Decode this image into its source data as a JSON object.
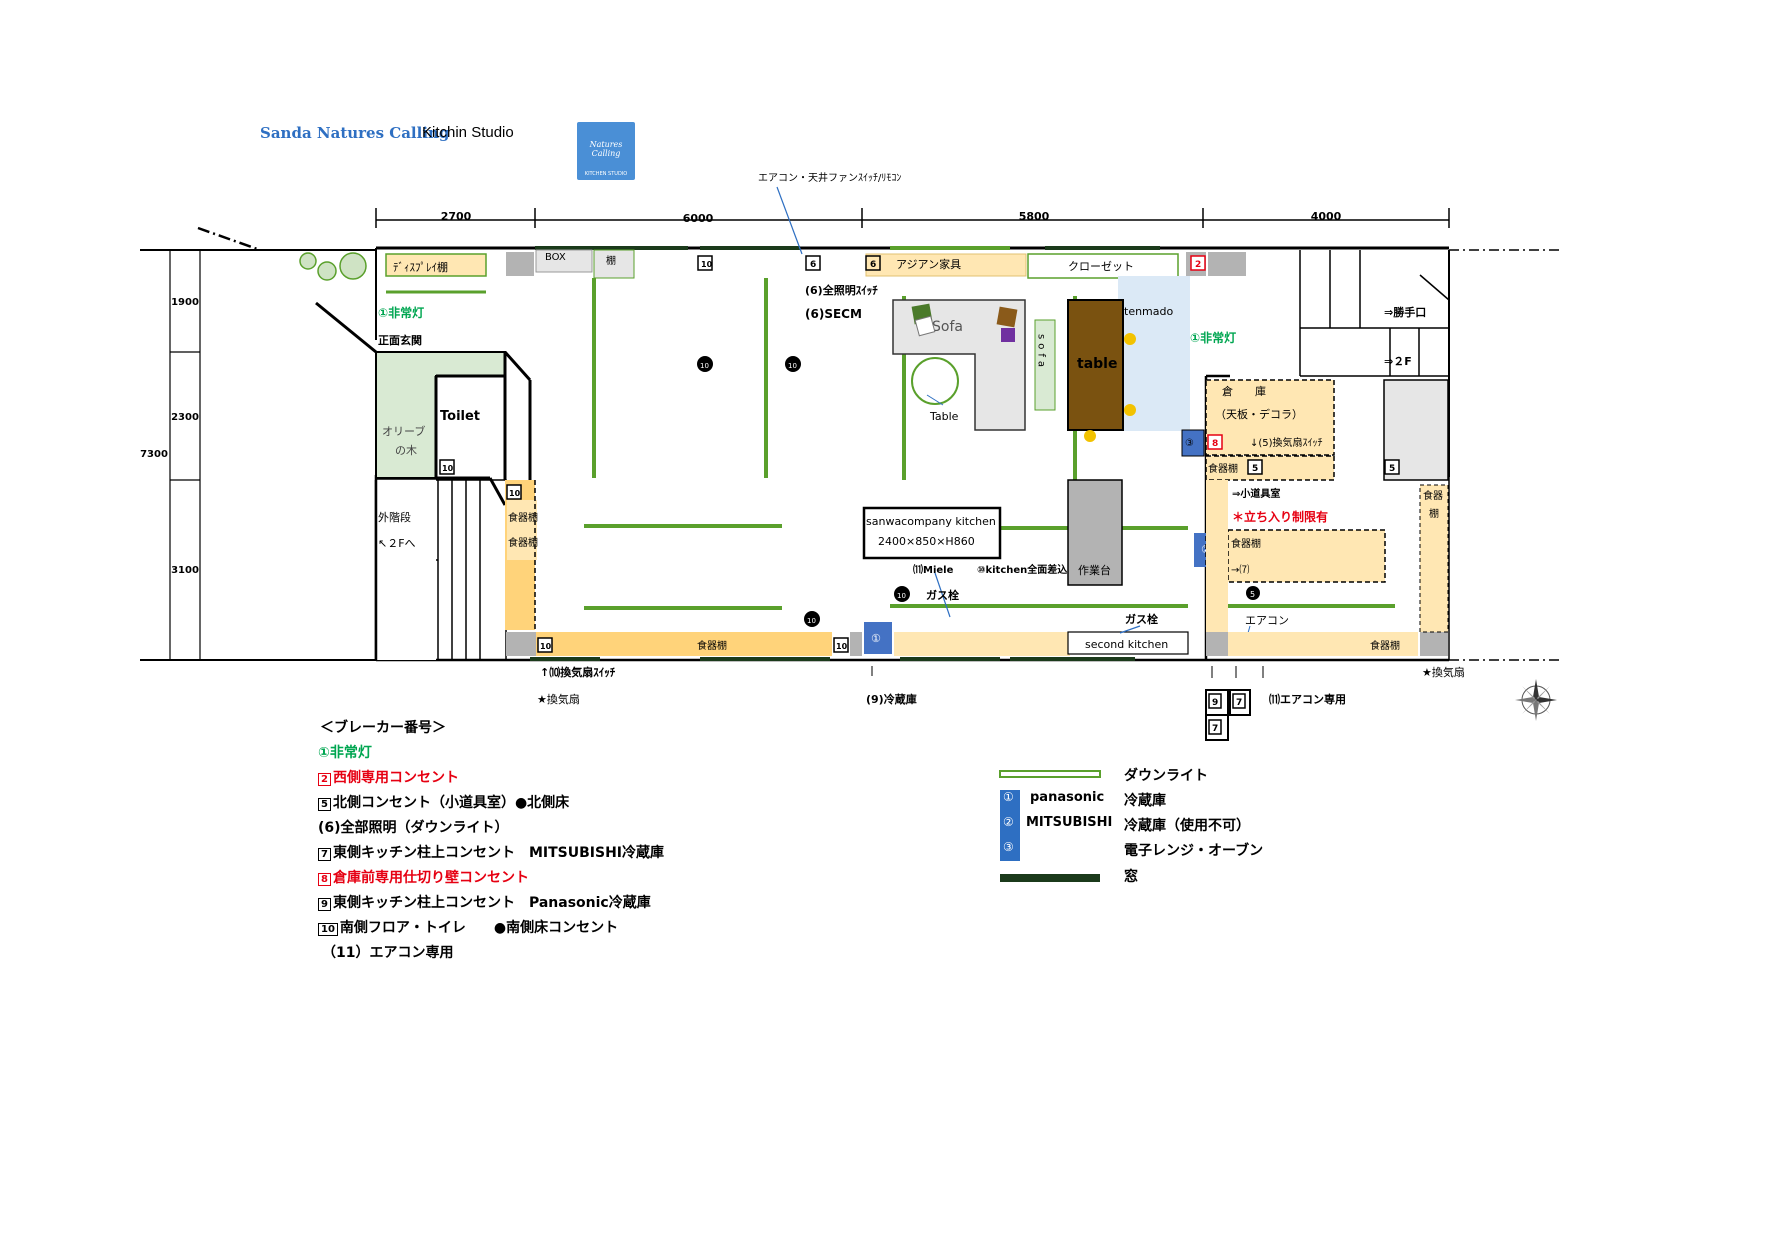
{
  "header": {
    "brand": "Sanda Natures Calling",
    "studio": "Kitchin Studio",
    "logo_text": "Natures Calling",
    "logo_sub": "KITCHEN STUDIO"
  },
  "dimensions": {
    "top": [
      "2700",
      "6000",
      "5800",
      "4000"
    ],
    "total_height": "7300",
    "left": [
      "1900",
      "2300",
      "3100"
    ]
  },
  "callouts": {
    "aircon_switch": "エアコン・天井ファンｽｲｯﾁ/ﾘﾓｺﾝ",
    "all_lights_switch": "(6)全照明ｽｲｯﾁ",
    "secm": "(6)SECM",
    "emergency_left": "①非常灯",
    "emergency_right": "①非常灯",
    "front_entrance": "正面玄関",
    "kitchen_door": "⇒勝手口",
    "second_floor": "⇒２F",
    "stairs_out": "外階段",
    "stairs_up": "↖２Fへ",
    "vent_switch_s": "↑⑽換気扇ｽｲｯﾁ",
    "vent_left": "★換気扇",
    "fridge_9": "(9)冷蔵庫",
    "aircon_11": "⑾エアコン専用",
    "vent_right": "★換気扇",
    "gas1": "ガス栓",
    "gas2": "ガス栓",
    "vent_switch_5": "↓(5)換気扇ｽｲｯﾁ",
    "tool_room": "⇒小道具室",
    "restricted": "＊立ち入り制限有",
    "arrow7": "→⑺",
    "miele": "⑾Miele",
    "kitchen_all": "⑩kitchen全面差込",
    "aircon_label": "エアコン"
  },
  "rooms": {
    "display_shelf": "ﾃﾞｨｽﾌﾟﾚｲ棚",
    "box": "BOX",
    "shelf": "棚",
    "asian_furniture": "アジアン家具",
    "closet": "クローゼット",
    "sofa": "Sofa",
    "sofa_v": "sofa",
    "table_round": "Table",
    "table": "table",
    "tenmado": "tenmado",
    "olive1": "オリーブ",
    "olive2": "の木",
    "toilet": "Toilet",
    "dish_a": "食器棚",
    "dish_b": "食器棚",
    "dish_bottom": "食器棚",
    "dish_right_top": "食器棚",
    "dish_right_mid": "食器棚",
    "dish_right_bottom": "食器棚",
    "dish_east": "食器",
    "dish_east2": "棚",
    "storage": "倉　　庫",
    "storage_sub": "（天板・デコラ）",
    "kitchen_name": "sanwacompany kitchen",
    "kitchen_size": "2400×850×H860",
    "workbench": "作業台",
    "second_kitchen": "second kitchen",
    "fridge_icon": "①",
    "fridge_icon2": "②",
    "fridge_icon3": "③"
  },
  "breaker_legend": {
    "title": "＜ブレーカー番号＞",
    "items": [
      {
        "num": "",
        "text": "①非常灯",
        "color": "green"
      },
      {
        "num": "2",
        "text": "西側専用コンセント",
        "color": "red"
      },
      {
        "num": "5",
        "text": "北側コンセント（小道具室）●北側床",
        "color": "black"
      },
      {
        "num": "",
        "text": "(6)全部照明（ダウンライト）",
        "color": "black"
      },
      {
        "num": "7",
        "text": "東側キッチン柱上コンセント　MITSUBISHI冷蔵庫",
        "color": "black"
      },
      {
        "num": "8",
        "text": "倉庫前専用仕切り壁コンセント",
        "color": "red"
      },
      {
        "num": "9",
        "text": "東側キッチン柱上コンセント　Panasonic冷蔵庫",
        "color": "black"
      },
      {
        "num": "10",
        "text": "南側フロア・トイレ　　●南側床コンセント",
        "color": "black"
      },
      {
        "num": "",
        "text": "（11）エアコン専用",
        "color": "black"
      }
    ]
  },
  "symbol_legend": [
    {
      "num": "",
      "brand": "",
      "label": "ダウンライト"
    },
    {
      "num": "①",
      "brand": "panasonic",
      "label": "冷蔵庫"
    },
    {
      "num": "②",
      "brand": "MITSUBISHI",
      "label": "冷蔵庫（使用不可）"
    },
    {
      "num": "③",
      "brand": "",
      "label": "電子レンジ・オーブン"
    },
    {
      "num": "",
      "brand": "",
      "label": "窓"
    }
  ],
  "colors": {
    "wall": "#000000",
    "cabinet": "#ffe7b3",
    "cabinet_dark": "#ffd37a",
    "downlight": "#5aa02c",
    "olive": "#d9ead3",
    "grey": "#b3b3b3",
    "table": "#7a5210",
    "fridge": "#4472c4",
    "tenmado": "#dbe9f6",
    "red": "#e60012",
    "green": "#00a651"
  }
}
